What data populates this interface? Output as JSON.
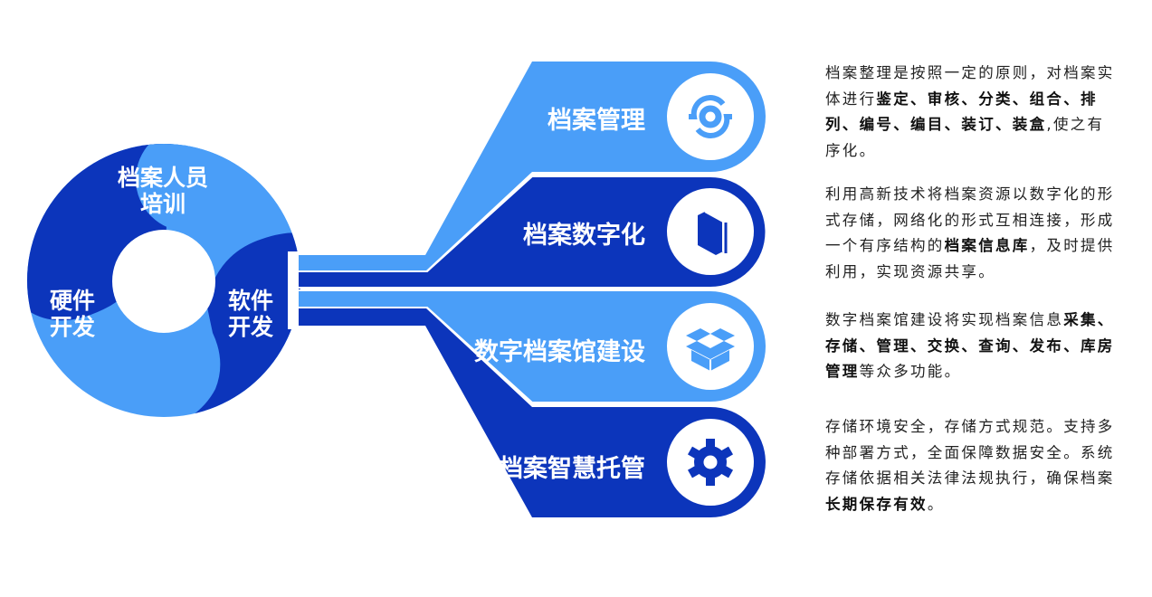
{
  "colors": {
    "light": "#4a9ef8",
    "dark": "#0c35bb"
  },
  "wheel": {
    "segments": [
      {
        "label_line1": "档案人员",
        "label_line2": "培训"
      },
      {
        "label_line1": "硬件",
        "label_line2": "开发"
      },
      {
        "label_line1": "软件",
        "label_line2": "开发"
      }
    ]
  },
  "ribbons": [
    {
      "label": "档案管理",
      "icon": "sync-icon"
    },
    {
      "label": "档案数字化",
      "icon": "book-icon"
    },
    {
      "label": "数字档案馆建设",
      "icon": "box-icon"
    },
    {
      "label": "档案智慧托管",
      "icon": "gear-icon"
    }
  ],
  "descriptions": [
    [
      {
        "text": "档案整理是按照一定的原则，对档案实体进行",
        "bold": false
      },
      {
        "text": "鉴定、审核、分类、组合、排列、编号、编目、装订、装盒",
        "bold": true
      },
      {
        "text": ",使之有序化。",
        "bold": false
      }
    ],
    [
      {
        "text": "利用高新技术将档案资源以数字化的形式存储，网络化的形式互相连接，形成一个有序结构的",
        "bold": false
      },
      {
        "text": "档案信息库",
        "bold": true
      },
      {
        "text": "，及时提供利用，实现资源共享。",
        "bold": false
      }
    ],
    [
      {
        "text": "数字档案馆建设将实现档案信息",
        "bold": false
      },
      {
        "text": "采集、存储、管理、交换、查询、发布、库房管理",
        "bold": true
      },
      {
        "text": "等众多功能。",
        "bold": false
      }
    ],
    [
      {
        "text": "存储环境安全，存储方式规范。支持多种部署方式，全面保障数据安全。系统存储依据相关法律法规执行，确保档案",
        "bold": false
      },
      {
        "text": "长期保存有效",
        "bold": true
      },
      {
        "text": "。",
        "bold": false
      }
    ]
  ]
}
